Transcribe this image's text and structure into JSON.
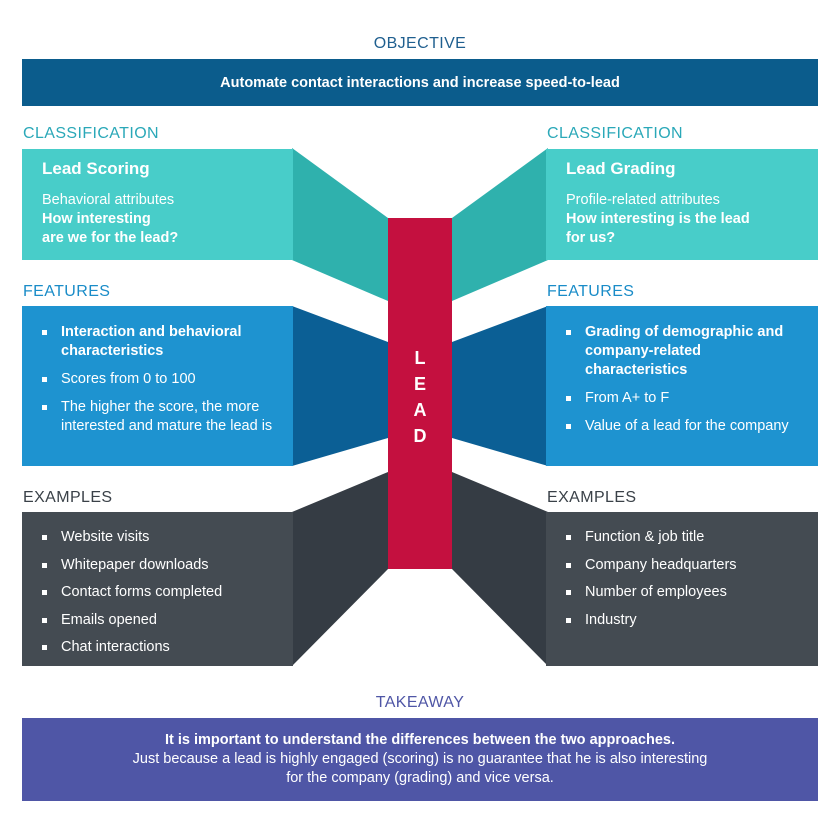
{
  "objective": {
    "heading": "OBJECTIVE",
    "text": "Automate contact interactions and increase speed-to-lead"
  },
  "center": {
    "letters": [
      "L",
      "E",
      "A",
      "D"
    ]
  },
  "left": {
    "classification_heading": "CLASSIFICATION",
    "classification": {
      "title": "Lead Scoring",
      "line1": "Behavioral attributes",
      "bold_line1": "How interesting",
      "bold_line2": "are we for the lead?"
    },
    "features_heading": "FEATURES",
    "features": [
      {
        "text": "Interaction and behavioral characteristics",
        "bold": true
      },
      {
        "text": "Scores from 0 to 100",
        "bold": false
      },
      {
        "text": "The higher the score, the more interested and mature the lead is",
        "bold": false
      }
    ],
    "examples_heading": "EXAMPLES",
    "examples": [
      "Website visits",
      "Whitepaper downloads",
      "Contact forms completed",
      "Emails opened",
      "Chat interactions"
    ]
  },
  "right": {
    "classification_heading": "CLASSIFICATION",
    "classification": {
      "title": "Lead Grading",
      "line1": "Profile-related attributes",
      "bold_line1": "How interesting is the lead",
      "bold_line2": "for us?"
    },
    "features_heading": "FEATURES",
    "features": [
      {
        "text": "Grading of demographic and company-related characteristics",
        "bold": true
      },
      {
        "text": "From A+ to F",
        "bold": false
      },
      {
        "text": "Value of a lead for the company",
        "bold": false
      }
    ],
    "examples_heading": "EXAMPLES",
    "examples": [
      "Function & job title",
      "Company headquarters",
      "Number of employees",
      "Industry"
    ]
  },
  "takeaway": {
    "heading": "TAKEAWAY",
    "bold_line": "It is important to understand the differences between the two approaches.",
    "line2": "Just because a lead is highly engaged (scoring) is no guarantee that he is also interesting",
    "line3": "for the company (grading) and vice versa."
  },
  "colors": {
    "objective": "#0b5c8c",
    "teal": "#48cdc9",
    "teal_dark": "#2fb1ad",
    "blue": "#1e93d0",
    "blue_dark": "#0b5f95",
    "dark": "#444b52",
    "dark_shade": "#353c44",
    "lead": "#c4103f",
    "takeaway": "#4f56a6"
  }
}
